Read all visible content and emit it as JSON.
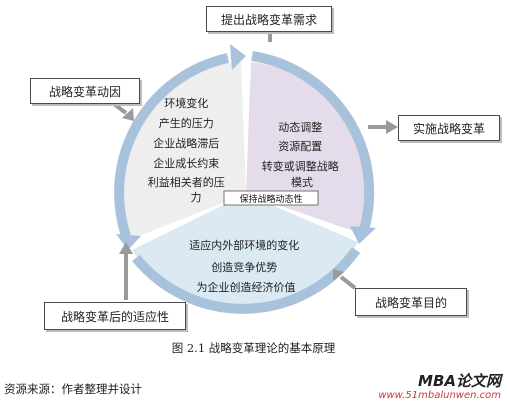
{
  "boxes": {
    "top": "提出战略变革需求",
    "left": "战略变革动因",
    "right": "实施战略变革",
    "bottom_right": "战略变革目的",
    "bottom_left": "战略变革后的适应性"
  },
  "segments": {
    "left": [
      "环境变化",
      "产生的压力",
      "企业战略滞后",
      "企业成长约束",
      "利益相关者的压",
      "力"
    ],
    "right": [
      "动态调整",
      "资源配置",
      "转变或调整战略",
      "模式"
    ],
    "bottom": [
      "适应内外部环境的变化",
      "创造竞争优势",
      "为企业创造经济价值"
    ]
  },
  "center_label": "保持战略动态性",
  "caption": "图 2.1    战略变革理论的基本原理",
  "source": "资源来源：作者整理并设计",
  "watermark": {
    "brand": "MBA论文网",
    "url": "www.51mbalunwen.com"
  },
  "colors": {
    "ring": "#a9c2dc",
    "left_sector": "#eeeeee",
    "right_sector": "#e4dcea",
    "bottom_sector": "#dbe9f3"
  }
}
